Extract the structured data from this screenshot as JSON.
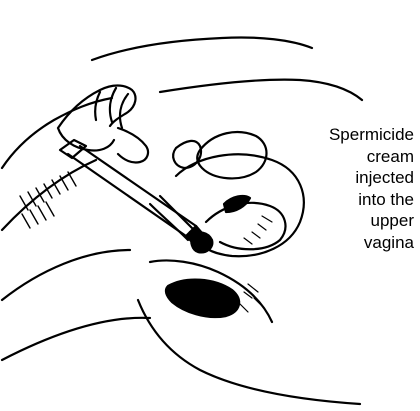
{
  "caption": {
    "lines": [
      "Spermicide",
      "cream",
      "injected",
      "into the",
      "upper",
      "vagina"
    ]
  },
  "colors": {
    "ink": "#000000",
    "paper": "#ffffff"
  }
}
